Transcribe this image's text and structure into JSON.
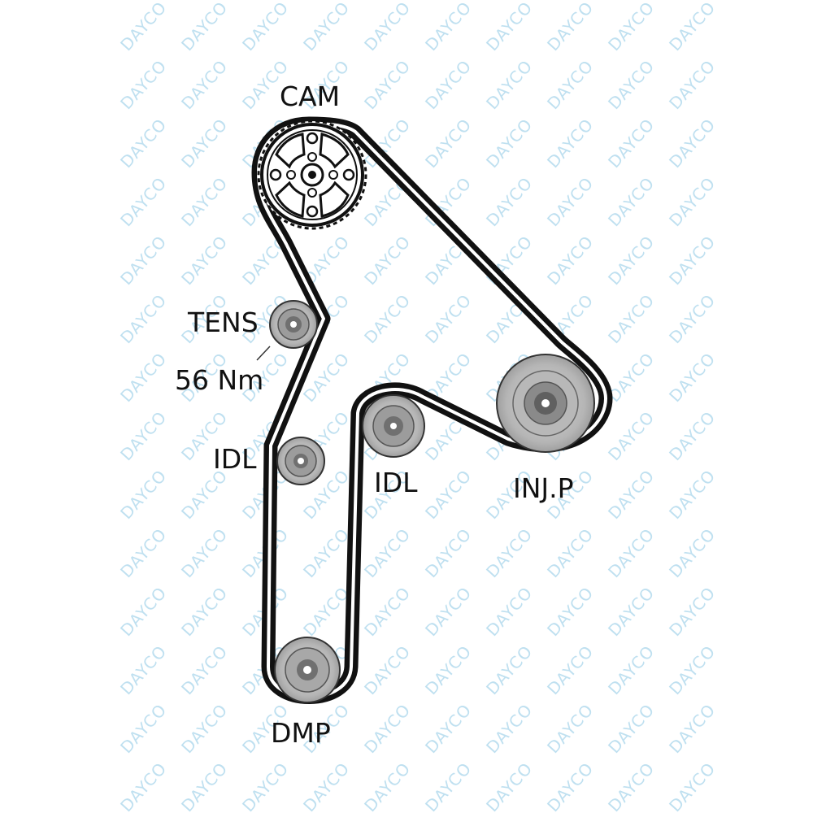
{
  "watermark_text": "DAYCO",
  "labels": {
    "cam": "CAM",
    "tens": "TENS",
    "torque": "56 Nm",
    "idl_left": "IDL",
    "idl_right": "IDL",
    "inj": "INJ.P",
    "dmp": "DMP"
  },
  "colors": {
    "belt": "#111111",
    "pulley_outer": "#d4d4d4",
    "pulley_ring": "#b2b2b2",
    "pulley_hub": "#707070",
    "watermark": "#bfe0f0"
  }
}
